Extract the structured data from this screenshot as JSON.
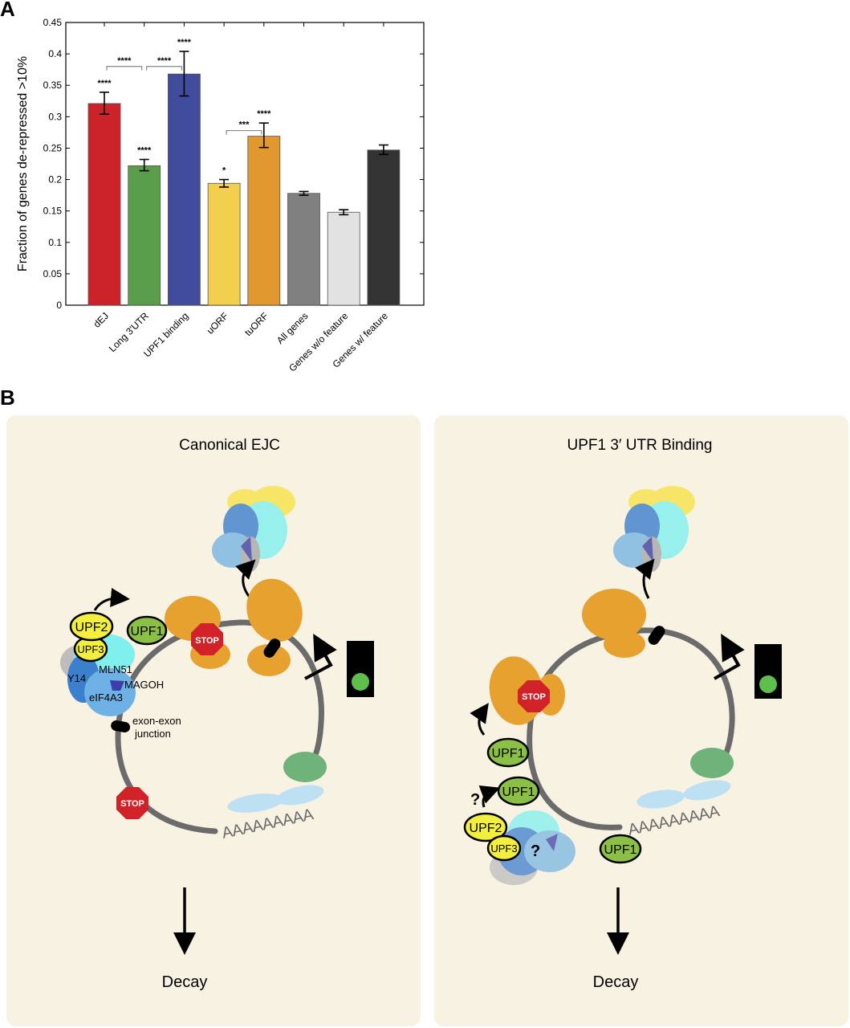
{
  "figure": {
    "panel_a_label": "A",
    "panel_b_label": "B"
  },
  "chart_data": {
    "type": "bar",
    "title": "",
    "xlabel": "",
    "ylabel": "Fraction of genes de-repressed >10%",
    "ylim": [
      0,
      0.45
    ],
    "yticks": [
      "0",
      "0.05",
      "0.1",
      "0.15",
      "0.2",
      "0.25",
      "0.3",
      "0.35",
      "0.4",
      "0.45"
    ],
    "categories": [
      "dEJ",
      "Long 3'UTR",
      "UPF1 binding",
      "uORF",
      "tuORF",
      "All genes",
      "Genes w/o feature",
      "Genes w/ feature"
    ],
    "values": [
      0.321,
      0.222,
      0.368,
      0.194,
      0.269,
      0.178,
      0.148,
      0.247
    ],
    "error_low": [
      0.304,
      0.214,
      0.333,
      0.188,
      0.251,
      0.175,
      0.144,
      0.24
    ],
    "error_high": [
      0.339,
      0.232,
      0.404,
      0.2,
      0.29,
      0.181,
      0.152,
      0.255
    ],
    "colors": [
      "#cc2229",
      "#5a9e4b",
      "#414c9c",
      "#f2d04d",
      "#e0982f",
      "#808080",
      "#e2e2e2",
      "#333333"
    ],
    "significance": [
      "****",
      "****",
      "****",
      "*",
      "****",
      "",
      "",
      ""
    ],
    "brackets": [
      {
        "from": 0,
        "to": 1,
        "y": 0.38,
        "label": "****"
      },
      {
        "from": 1,
        "to": 2,
        "y": 0.38,
        "label": "****"
      },
      {
        "from": 3,
        "to": 4,
        "y": 0.278,
        "label": "***"
      }
    ],
    "grid": false,
    "legend": "none"
  },
  "diagram_left": {
    "title": "Canonical EJC",
    "upf2": "UPF2",
    "upf3": "UPF3",
    "upf1": "UPF1",
    "mln51": "MLN51",
    "magoh": "MAGOH",
    "y14": "Y14",
    "eif4a3": "eIF4A3",
    "junction_line1": "exon-exon",
    "junction_line2": "junction",
    "stop1": "STOP",
    "stop2": "STOP",
    "polya": "AAAAAAAAA",
    "outcome": "Decay"
  },
  "diagram_right": {
    "title": "UPF1 3′ UTR Binding",
    "stop": "STOP",
    "upf1_a": "UPF1",
    "upf1_b": "UPF1",
    "upf1_c": "UPF1",
    "upf2": "UPF2",
    "upf3": "UPF3",
    "question1": "?",
    "question2": "?",
    "polya": "AAAAAAAAA",
    "outcome": "Decay"
  }
}
